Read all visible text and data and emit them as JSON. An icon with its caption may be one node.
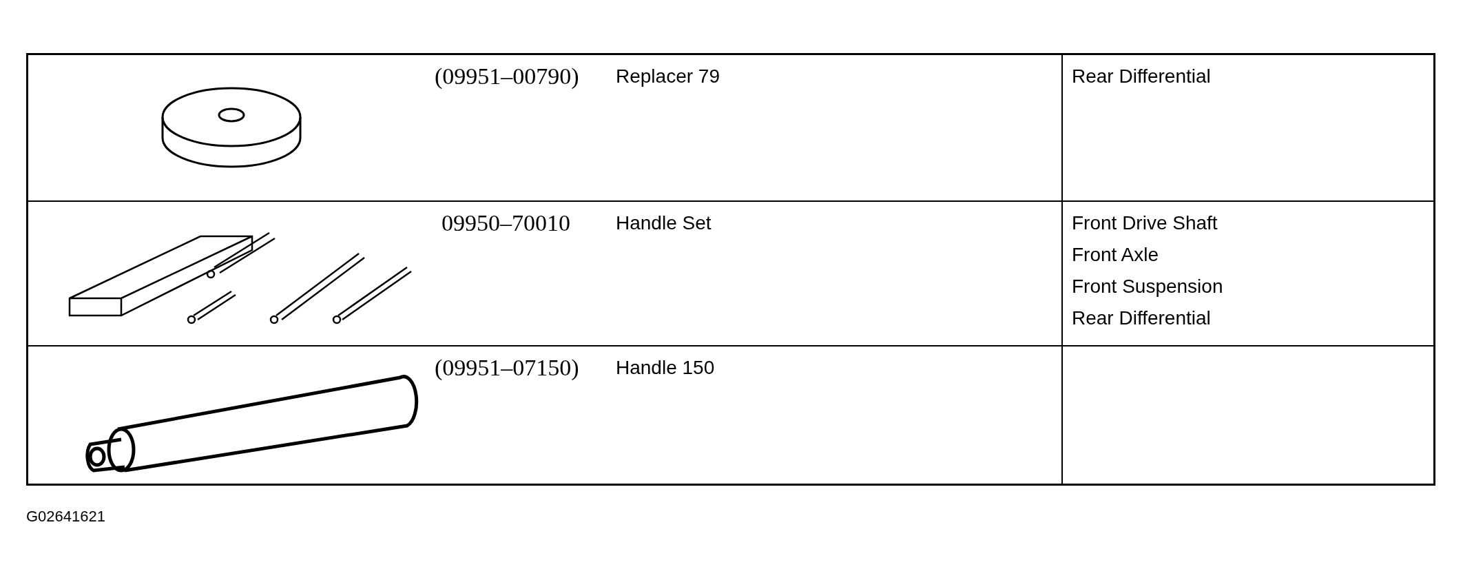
{
  "diagram": {
    "labels": [
      "(09951–00790)",
      "Replacer 79",
      "Rear Differential",
      "09950–70010",
      "Handle Set",
      "Front Drive Shaft",
      "Front Axle",
      "Front Suspension",
      "Rear Differential",
      "(09951–07150)",
      "Handle 150",
      "G02641621"
    ]
  }
}
